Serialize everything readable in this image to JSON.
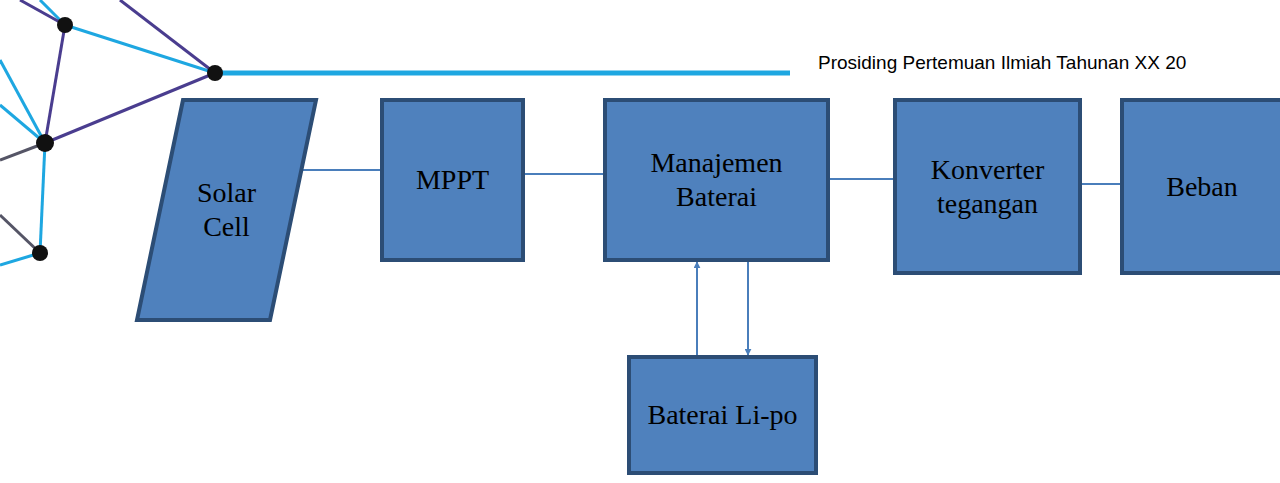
{
  "diagram": {
    "nodes": [
      {
        "text": [
          "Solar Cell"
        ]
      },
      {
        "text": [
          "MPPT"
        ]
      },
      {
        "text": [
          "Manajemen Baterai"
        ]
      },
      {
        "text": [
          "Konverter tegangan"
        ]
      },
      {
        "text": [
          "Beban"
        ]
      },
      {
        "text": [
          "Baterai Li-po"
        ]
      }
    ],
    "edges": [
      {
        "from": 0,
        "to": 1,
        "arrow": "none"
      },
      {
        "from": 1,
        "to": 2,
        "arrow": "none"
      },
      {
        "from": 2,
        "to": 3,
        "arrow": "none"
      },
      {
        "from": 3,
        "to": 4,
        "arrow": "none"
      },
      {
        "from": 5,
        "to": 2,
        "arrow": "to"
      },
      {
        "from": 2,
        "to": 5,
        "arrow": "to"
      }
    ],
    "labels": [
      "Prosiding Pertemuan Ilmiah Tahunan XX 20"
    ]
  }
}
